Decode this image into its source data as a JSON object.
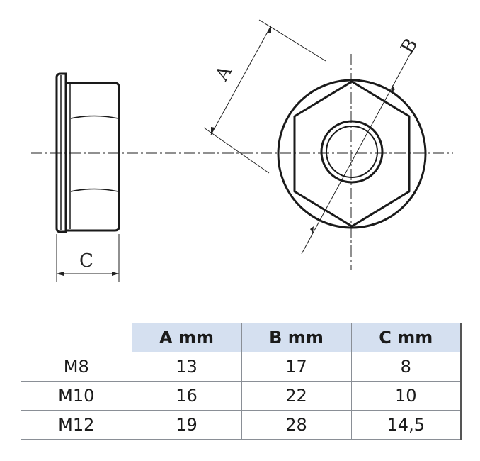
{
  "dimensions": {
    "a_letter": "A",
    "b_letter": "B",
    "c_letter": "C"
  },
  "table": {
    "corner": "",
    "headers": [
      "A mm",
      "B mm",
      "C mm"
    ],
    "rows": [
      {
        "size": "M8",
        "a": "13",
        "b": "17",
        "c": "8"
      },
      {
        "size": "M10",
        "a": "16",
        "b": "22",
        "c": "10"
      },
      {
        "size": "M12",
        "a": "19",
        "b": "28",
        "c": "14,5"
      }
    ]
  },
  "colors": {
    "line": "#1a1a1a",
    "header_fill": "#d5e0f0",
    "grid": "#8a8f96"
  }
}
